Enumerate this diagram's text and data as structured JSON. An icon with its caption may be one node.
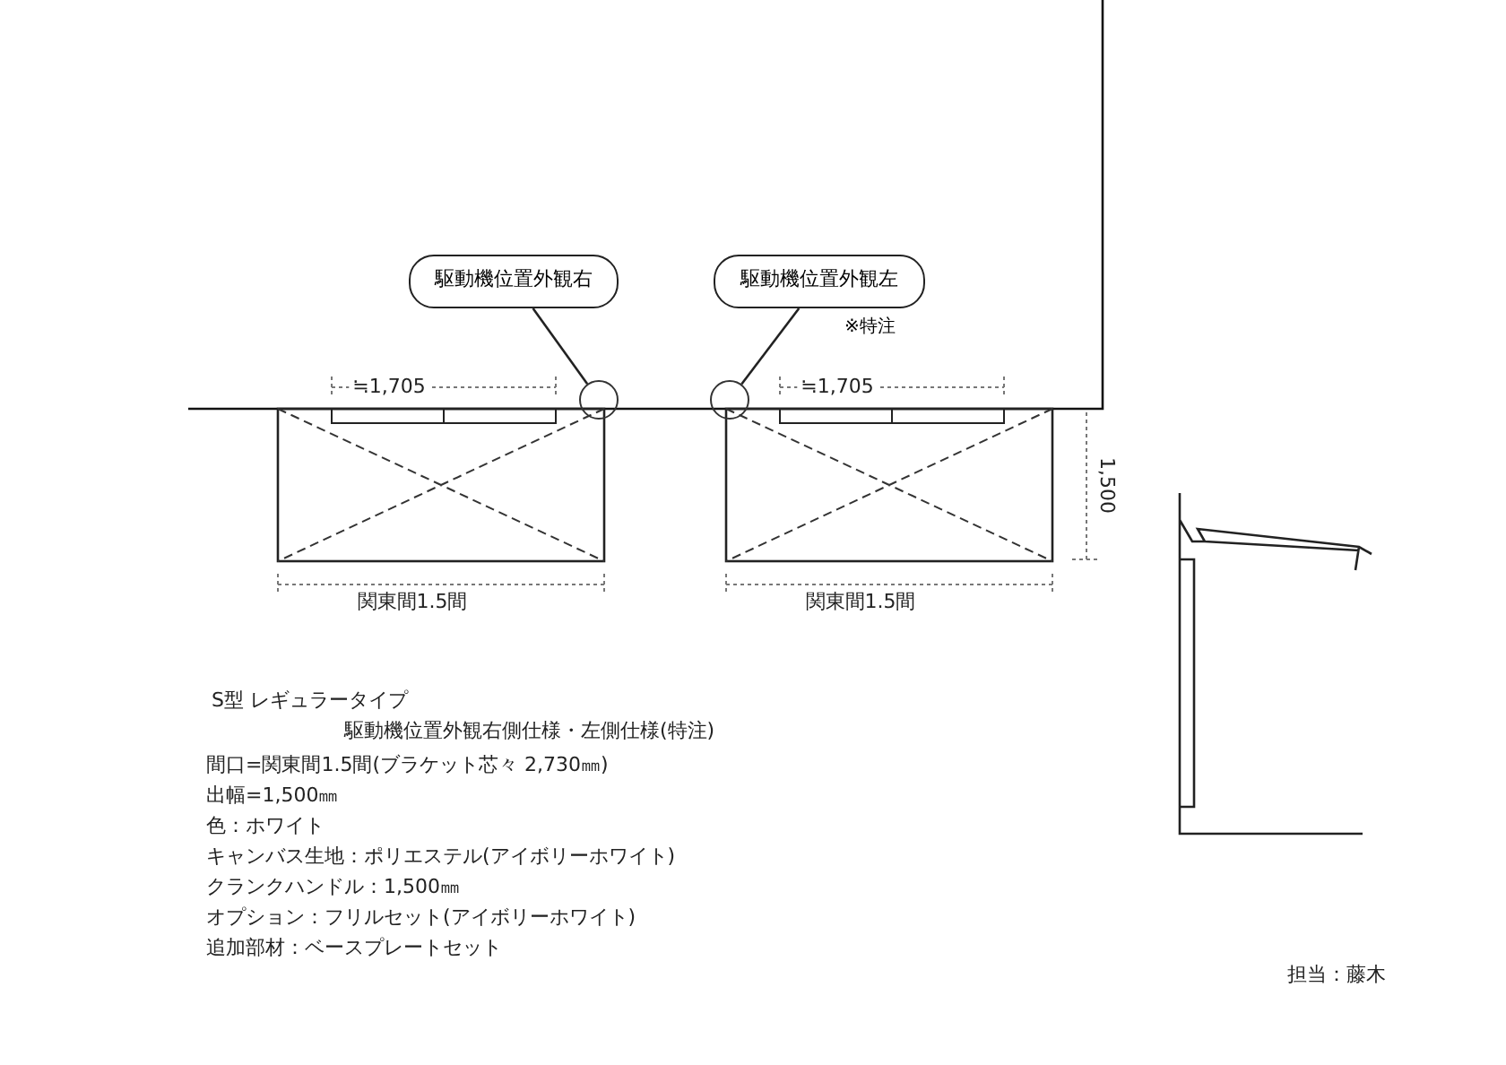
{
  "diagram": {
    "nodes": [
      {
        "text": [
          "駆動機位置外観右"
        ]
      },
      {
        "text": [
          "駆動機位置外観左"
        ],
        "beside": [
          "※特注"
        ]
      },
      {
        "text": [],
        "shape": "circle"
      },
      {
        "text": [],
        "shape": "circle"
      }
    ],
    "edges": [
      {
        "from": 0,
        "to": 2,
        "arrow": "none"
      },
      {
        "from": 1,
        "to": 3,
        "arrow": "none"
      }
    ],
    "labels": [
      "≒1,705",
      "≒1,705",
      "1,500",
      "関東間1.5間",
      "関東間1.5間",
      "S型 レギュラータイプ",
      "駆動機位置外観右側仕様・左側仕様(特注)",
      "間口=関東間1.5間(ブラケット芯々 2,730㎜)",
      "出幅=1,500㎜",
      "色：ホワイト",
      "キャンバス生地：ポリエステル(アイボリーホワイト)",
      "クランクハンドル：1,500㎜",
      "オプション：フリルセット(アイボリーホワイト)",
      "追加部材：ベースプレートセット",
      "担当：藤木"
    ]
  }
}
